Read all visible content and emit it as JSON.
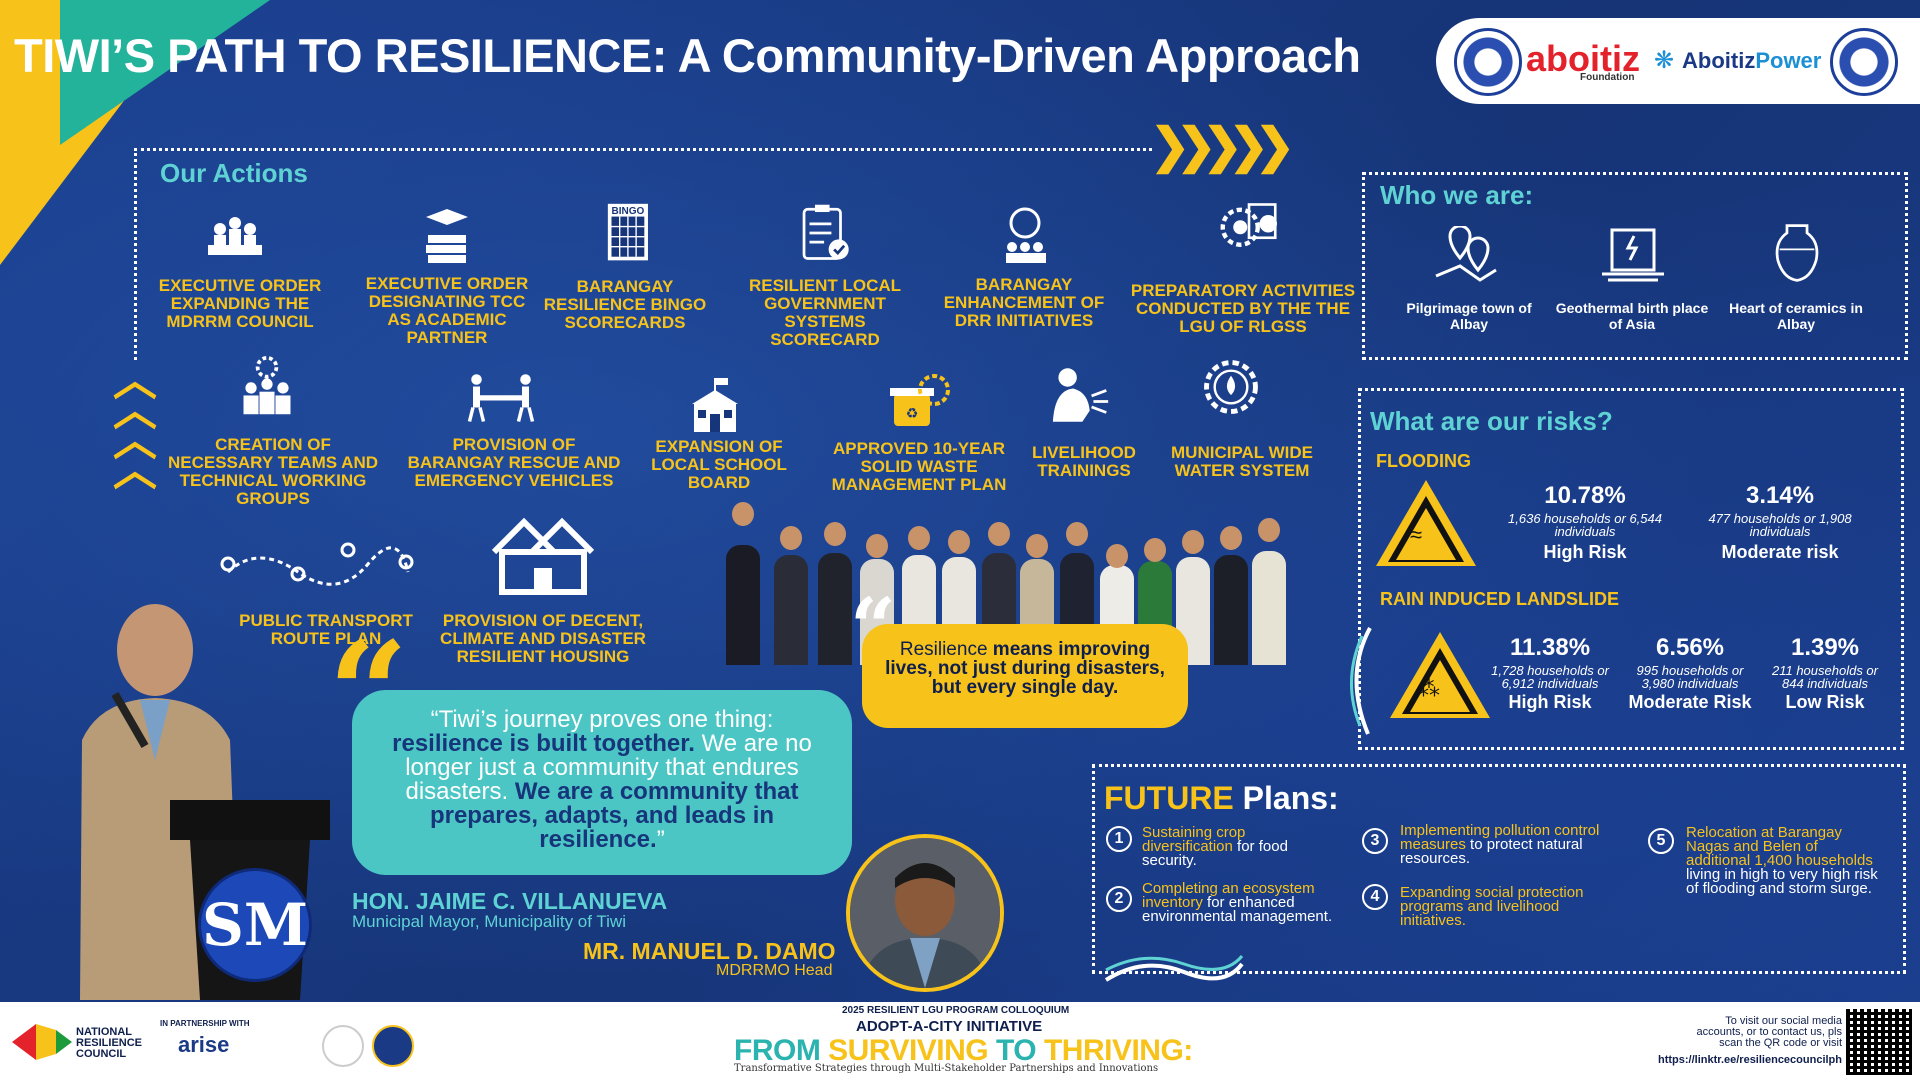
{
  "title": "TIWI’S PATH TO RESILIENCE: A Community-Driven Approach",
  "logos": {
    "aboitiz": "aboitiz",
    "aboitiz_sub": "Foundation",
    "aboitiz_power_a": "Aboitiz",
    "aboitiz_power_b": "Power"
  },
  "actions": {
    "title": "Our Actions",
    "row1": [
      "EXECUTIVE ORDER EXPANDING THE MDRRM COUNCIL",
      "EXECUTIVE ORDER DESIGNATING TCC AS ACADEMIC PARTNER",
      "BARANGAY RESILIENCE BINGO SCORECARDS",
      "RESILIENT LOCAL GOVERNMENT SYSTEMS SCORECARD",
      "BARANGAY ENHANCEMENT OF DRR INITIATIVES",
      "PREPARATORY ACTIVITIES CONDUCTED BY THE THE LGU OF RLGSS"
    ],
    "row2": [
      "CREATION OF NECESSARY TEAMS AND TECHNICAL WORKING GROUPS",
      "PROVISION OF BARANGAY RESCUE AND EMERGENCY VEHICLES",
      "EXPANSION OF LOCAL SCHOOL BOARD",
      "APPROVED 10-YEAR SOLID WASTE MANAGEMENT PLAN",
      "LIVELIHOOD TRAININGS",
      "MUNICIPAL WIDE WATER SYSTEM"
    ],
    "row3": [
      "PUBLIC TRANSPORT ROUTE PLAN",
      "PROVISION OF DECENT, CLIMATE AND DISASTER RESILIENT HOUSING"
    ],
    "bingo_label": "BINGO"
  },
  "who": {
    "title": "Who we are:",
    "items": [
      "Pilgrimage town of Albay",
      "Geothermal birth place of Asia",
      "Heart of ceramics in Albay"
    ]
  },
  "risks": {
    "title": "What are our risks?",
    "flooding_label": "FLOODING",
    "landslide_label": "RAIN INDUCED LANDSLIDE",
    "flooding": [
      {
        "pct": "10.78%",
        "sub": "1,636 households or 6,544 individuals",
        "level": "High Risk"
      },
      {
        "pct": "3.14%",
        "sub": "477 households or 1,908 individuals",
        "level": "Moderate risk"
      }
    ],
    "landslide": [
      {
        "pct": "11.38%",
        "sub": "1,728 households or 6,912 individuals",
        "level": "High Risk"
      },
      {
        "pct": "6.56%",
        "sub": "995 households or 3,980 individuals",
        "level": "Moderate Risk"
      },
      {
        "pct": "1.39%",
        "sub": "211 households or 844 individuals",
        "level": "Low Risk"
      }
    ]
  },
  "quote": {
    "p1": "“Tiwi’s journey proves one thing: ",
    "p2": "resilience is built together.",
    "p3": " We are no longer just a community that endures disasters. ",
    "p4": "We are a community that prepares, adapts, and leads in resilience.",
    "p5": "”"
  },
  "resilience_quote": {
    "p1": "Resilience ",
    "p2": "means improving lives, not just during disasters, but every single day."
  },
  "speaker1": {
    "name": "HON. JAIME C. VILLANUEVA",
    "role": "Municipal Mayor, Municipality of Tiwi"
  },
  "speaker2": {
    "name": "MR. MANUEL D. DAMO",
    "role": "MDRRMO Head"
  },
  "future": {
    "title_a": "FUTURE",
    "title_b": " Plans:",
    "plans": [
      {
        "n": "1",
        "hl": "Sustaining crop diversification",
        "rest": " for food security."
      },
      {
        "n": "2",
        "hl": "Completing an ecosystem inventory",
        "rest": " for enhanced environmental management."
      },
      {
        "n": "3",
        "hl": "Implementing pollution control measures",
        "rest": " to protect natural resources."
      },
      {
        "n": "4",
        "hl": "Expanding social protection programs and livelihood initiatives.",
        "rest": ""
      },
      {
        "n": "5",
        "hl": "Relocation at Barangay Nagas and Belen of additional 1,400 households",
        "rest": " living in high to very high risk of flooding and storm surge."
      }
    ]
  },
  "footer": {
    "nrc": "NATIONAL RESILIENCE COUNCIL",
    "partner": "IN PARTNERSHIP WITH",
    "arise": "arise",
    "colloquium": "2025 RESILIENT LGU PROGRAM COLLOQUIUM",
    "initiative": "ADOPT-A-CITY INITIATIVE",
    "big_a": "FROM ",
    "big_b": "SURVIVING",
    "big_c": " TO ",
    "big_d": "THRIVING:",
    "tagline": "Transformative Strategies through Multi-Stakeholder Partnerships and Innovations",
    "visit": "To visit our social media accounts, or to contact us, pls scan the QR code or visit",
    "link": "https://linktr.ee/resiliencecouncilph"
  },
  "colors": {
    "yellow": "#f7c21a",
    "teal": "#5fd3d4",
    "navy": "#17357a"
  }
}
